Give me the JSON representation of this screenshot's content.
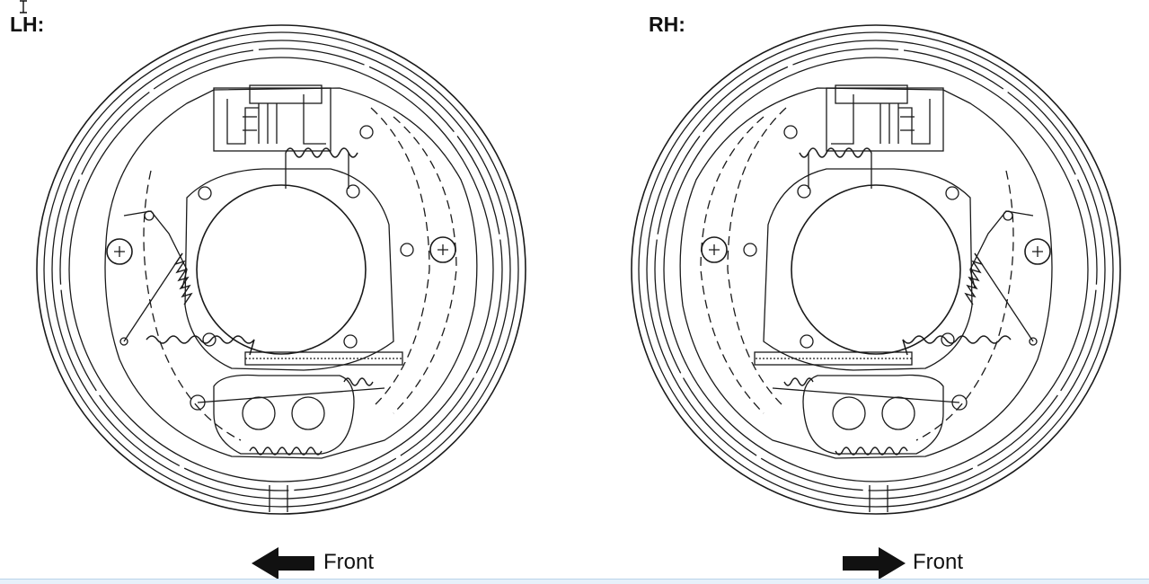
{
  "labels": {
    "left": "LH:",
    "right": "RH:",
    "front_left": "Front",
    "front_right": "Front"
  },
  "arrows": {
    "left_direction": "left",
    "right_direction": "right"
  },
  "colors": {
    "line": "#1a1a1a",
    "background": "#ffffff"
  }
}
